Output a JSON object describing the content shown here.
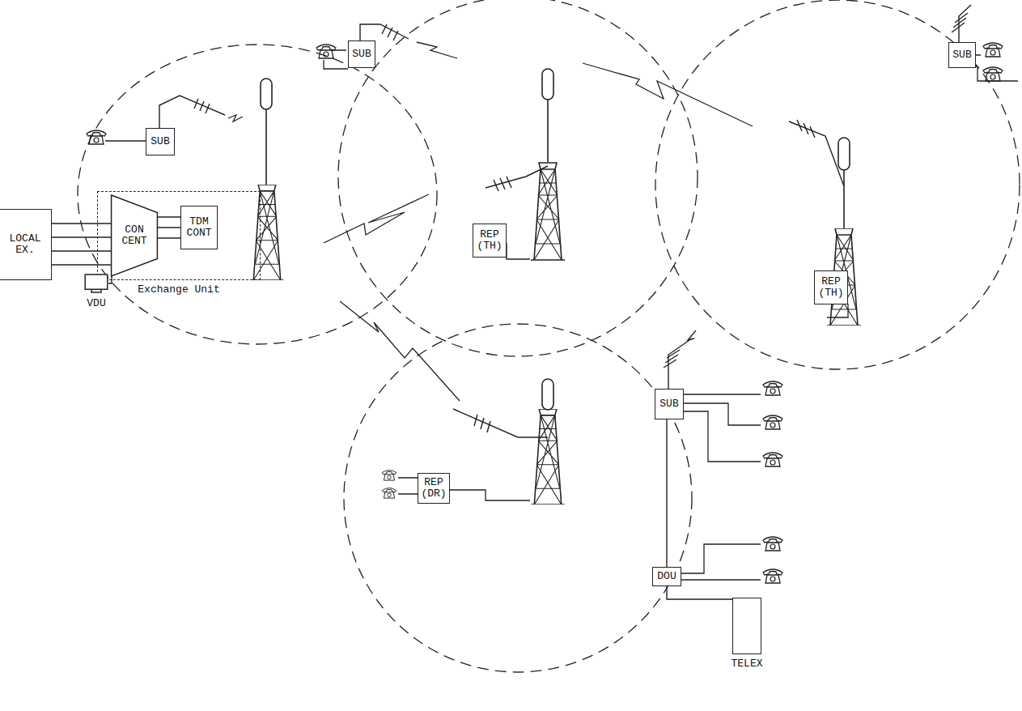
{
  "diagram": {
    "nodes": [
      {
        "text": [
          "SUB"
        ]
      },
      {
        "text": [
          "SUB"
        ]
      },
      {
        "text": [
          "REP (TH)"
        ]
      },
      {
        "text": [
          "REP (TH)"
        ]
      },
      {
        "text": [
          "SUB"
        ]
      },
      {
        "text": [
          "LOCAL EX."
        ]
      },
      {
        "text": [
          "Exchange Unit"
        ]
      },
      {
        "text": [
          "CON CENT"
        ],
        "in": 6
      },
      {
        "text": [
          "TDM CONT"
        ],
        "in": 6
      },
      {
        "text": [
          "VDU"
        ]
      },
      {
        "text": [
          "SUB"
        ]
      },
      {
        "text": [
          "REP (DR)"
        ]
      },
      {
        "text": [
          "DOU"
        ]
      },
      {
        "text": [
          "TELEX"
        ]
      }
    ],
    "edges": [
      {
        "from": 5,
        "to": 7,
        "arrow": "none"
      },
      {
        "from": 7,
        "to": 8,
        "arrow": "none"
      },
      {
        "from": 9,
        "to": 7,
        "arrow": "none"
      },
      {
        "from": 12,
        "to": 10,
        "arrow": "none"
      },
      {
        "from": 12,
        "to": 13,
        "arrow": "none"
      }
    ]
  }
}
